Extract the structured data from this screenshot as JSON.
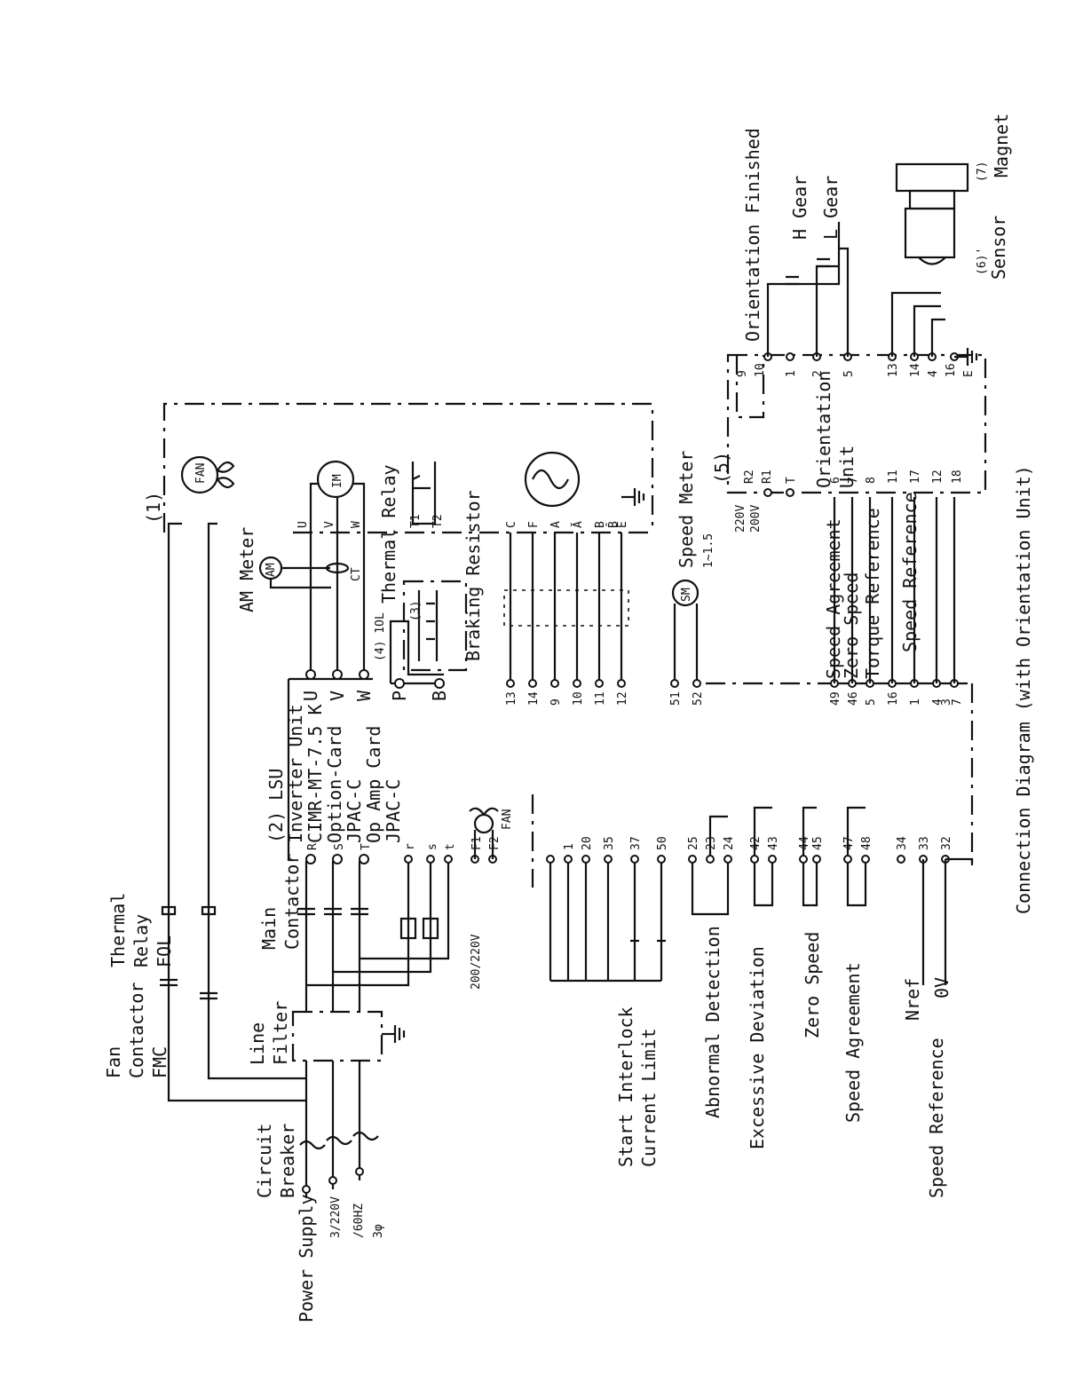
{
  "title": "Connection Diagram (with Orientation Unit)",
  "power": {
    "label": "Power Supply",
    "spec_voltage": "3/220V",
    "spec_freq": "/60HZ",
    "spec_phase": "3φ"
  },
  "components": {
    "circuit_breaker": [
      "Circuit",
      "Breaker"
    ],
    "line_filter": [
      "Line",
      "Filter"
    ],
    "fan_contactor": [
      "Fan",
      "Contactor",
      "FMC"
    ],
    "thermal_relay_top": [
      "Thermal",
      "Relay",
      "FOL"
    ],
    "main_contactor": [
      "Main",
      "Contactor"
    ],
    "inverter_unit": [
      "(2) LSU",
      "Inverter Unit",
      "CIMR-MT-7.5 K",
      "Option-Card",
      "JPAC-C",
      "Op Amp Card",
      "JPAC-C"
    ],
    "control_voltage": "200/220V",
    "fan_small": "FAN",
    "am_meter": "AM Meter",
    "am_symbol": "AM",
    "ct": "CT",
    "thermal_relay": "Thermal Relay",
    "thermal_relay_mark": "(4) 1OL",
    "braking_resistor": "Braking Resistor",
    "braking_mark": "(3)",
    "speed_meter": "Speed Meter",
    "speed_meter_symbol": "SM",
    "speed_meter_range": "1~1.5",
    "motor_fan": "FAN",
    "motor": "IM",
    "motor_mark": "(1)",
    "orientation_unit": [
      "Orientation",
      "Unit"
    ],
    "orientation_mark": "(5)",
    "orientation_power": [
      "220V",
      "200V"
    ],
    "orientation_finished": "Orientation Finished",
    "h_gear": "H Gear",
    "l_gear": "L Gear",
    "sensor": "Sensor",
    "sensor_mark": "(6)'",
    "magnet": "Magnet",
    "magnet_mark": "(7)"
  },
  "inverter_terminals": {
    "power_in": [
      "R",
      "S",
      "T"
    ],
    "control_in": [
      "r",
      "s",
      "t"
    ],
    "fan_in": [
      "F1",
      "F2"
    ],
    "power_out": [
      "U",
      "V",
      "W"
    ],
    "brake": [
      "P",
      "B"
    ],
    "encoder": [
      "13",
      "14",
      "9",
      "10",
      "11",
      "12"
    ],
    "meter": [
      "51",
      "52"
    ],
    "io_left": [
      "1",
      "20",
      "35",
      "37",
      "50",
      "25",
      "23",
      "24",
      "42",
      "43",
      "44",
      "45",
      "47",
      "48",
      "34",
      "33",
      "32"
    ],
    "io_right": [
      "49",
      "46",
      "5",
      "16",
      "1",
      "4",
      "3",
      "7"
    ]
  },
  "motor_terminals": [
    "U",
    "V",
    "W",
    "T1",
    "T2",
    "C",
    "F",
    "A",
    "Ā",
    "B",
    "B̄",
    "E"
  ],
  "orientation_terminals": {
    "left": [
      "R2",
      "R1",
      "T",
      "6",
      "7",
      "8",
      "11",
      "17",
      "12",
      "18"
    ],
    "right": [
      "9",
      "10",
      "1",
      "2",
      "5",
      "13",
      "14",
      "4",
      "16",
      "E"
    ]
  },
  "left_signals": [
    [
      "Start Interlock",
      "Current Limit"
    ],
    [
      "Abnormal Detection"
    ],
    [
      "Excessive Deviation"
    ],
    [
      "Zero Speed"
    ],
    [
      "Speed Agreement"
    ],
    [
      "Speed Reference"
    ]
  ],
  "speed_ref_terminals": [
    "Nref",
    "0V"
  ],
  "right_signals": [
    "Speed Agreement",
    "Zero Speed",
    "Torque Reference",
    "Speed Reference"
  ]
}
